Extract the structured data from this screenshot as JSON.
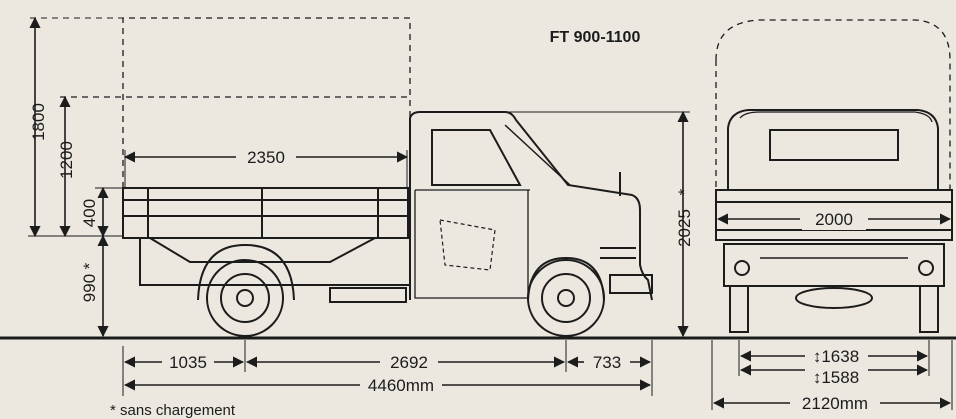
{
  "title": "FT 900-1100",
  "side_view": {
    "heights": {
      "total_with_cover": "1800",
      "cover": "1200",
      "sideboard": "400",
      "floor": "990",
      "floor_marker": "*",
      "cab": "2025",
      "cab_marker": "*"
    },
    "platform_length": "2350",
    "front_overhang": "1035",
    "wheelbase": "2692",
    "rear_overhang": "733",
    "overall_length": "4460mm"
  },
  "rear_view": {
    "platform_width": "2000",
    "front_track": "1638",
    "rear_track": "1588",
    "overall_width": "2120mm"
  },
  "footnote": "* sans chargement",
  "colors": {
    "paper": "#ece8e0",
    "ink": "#1c1c1c"
  }
}
